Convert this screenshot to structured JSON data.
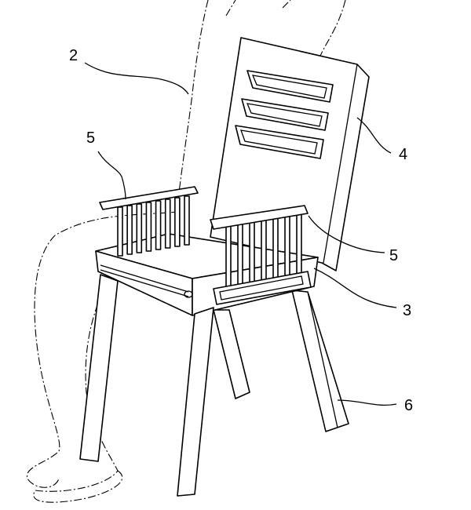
{
  "figure": {
    "labels": {
      "person": "2",
      "armrest_left": "5",
      "backrest": "4",
      "armrest_right": "5",
      "seat": "3",
      "leg": "6"
    }
  }
}
